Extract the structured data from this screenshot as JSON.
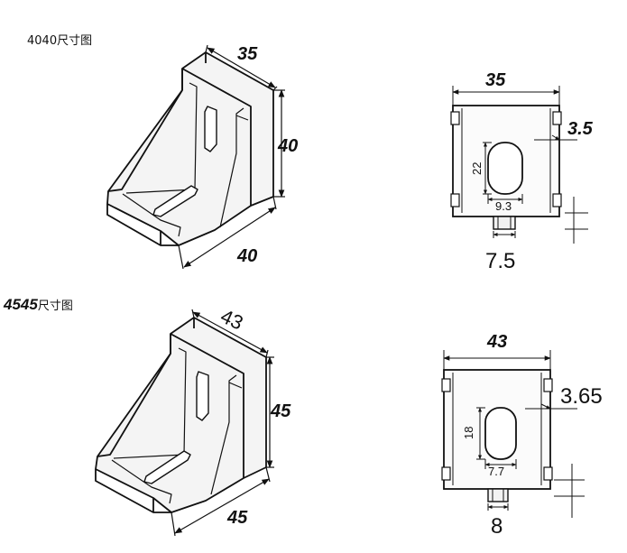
{
  "section_4040": {
    "heading": "4040尺寸图",
    "iso_width": "35",
    "iso_height": "40",
    "iso_depth": "40",
    "front_width": "35",
    "front_edge": "3.5",
    "slot_height": "22",
    "slot_width": "9.3",
    "tab_width": "7.5"
  },
  "section_4545": {
    "heading_num": "4545",
    "heading_text": "尺寸图",
    "iso_width": "43",
    "iso_height": "45",
    "iso_depth": "45",
    "front_width": "43",
    "front_edge": "3.65",
    "slot_height": "18",
    "slot_width": "7.7",
    "tab_width": "8"
  }
}
